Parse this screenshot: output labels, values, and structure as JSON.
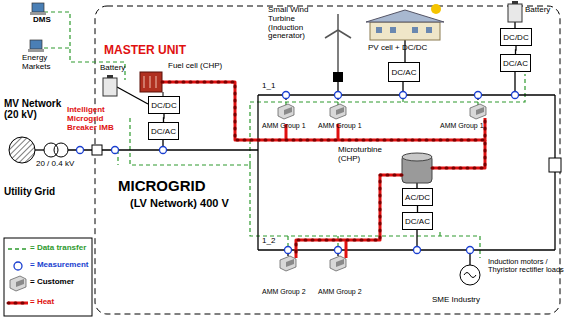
{
  "diagram": {
    "nodes": [
      {
        "text": [
          "DC/DC"
        ]
      },
      {
        "text": [
          "DC/AC"
        ]
      },
      {
        "text": [
          "DC/AC"
        ]
      },
      {
        "text": [
          "DC/DC"
        ]
      },
      {
        "text": [
          "DC/AC"
        ]
      },
      {
        "text": [
          "AC/DC"
        ]
      },
      {
        "text": [
          "DC/AC"
        ]
      }
    ],
    "edges": [
      {
        "from": 0,
        "to": 1,
        "arrow": "none"
      },
      {
        "from": 3,
        "to": 4,
        "arrow": "none"
      },
      {
        "from": 5,
        "to": 6,
        "arrow": "none"
      }
    ],
    "labels": [
      "DMS",
      "Energy Markets",
      "MV Network (20 kV)",
      "Utility Grid",
      "20 / 0.4 kV",
      "MASTER UNIT",
      "Battery",
      "Fuel cell (CHP)",
      "Intelligent Microgrid Breaker IMB",
      "MICROGRID",
      "(LV Network) 400 V",
      "1_1",
      "1_2",
      "Small Wind Turbine (Induction generator)",
      "PV cell + DC/DC",
      "Battery",
      "AMM Group 1",
      "AMM Group 1",
      "AMM Group 1",
      "Microturbine (CHP)",
      "AMM Group 2",
      "AMM Group 2",
      "Induction motors / Thyristor rectifier loads",
      "SME Industry"
    ],
    "legend": [
      {
        "text": "= Data transfer"
      },
      {
        "text": "= Measurement"
      },
      {
        "text": "= Customer"
      },
      {
        "text": "= Heat"
      }
    ]
  }
}
